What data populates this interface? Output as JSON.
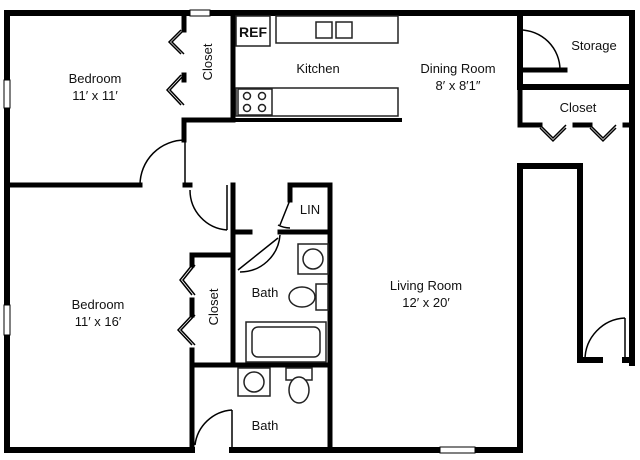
{
  "rooms": {
    "bedroom_top": {
      "name": "Bedroom",
      "size": "11′ x 11′"
    },
    "bedroom_bottom": {
      "name": "Bedroom",
      "size": "11′ x 16′"
    },
    "kitchen": {
      "name": "Kitchen"
    },
    "dining": {
      "name": "Dining Room",
      "size": "8′ x 8′1″"
    },
    "living": {
      "name": "Living Room",
      "size": "12′ x 20′"
    },
    "storage": {
      "name": "Storage"
    },
    "closet_right": {
      "name": "Closet"
    },
    "closet_top": {
      "name": "Closet"
    },
    "closet_mid": {
      "name": "Closet"
    },
    "bath_upper": {
      "name": "Bath"
    },
    "bath_lower": {
      "name": "Bath"
    },
    "linen": {
      "name": "LIN"
    }
  },
  "fixtures": {
    "refrigerator": "REF"
  },
  "colors": {
    "wall": "#000000",
    "fixture": "#222222",
    "background": "#ffffff"
  }
}
